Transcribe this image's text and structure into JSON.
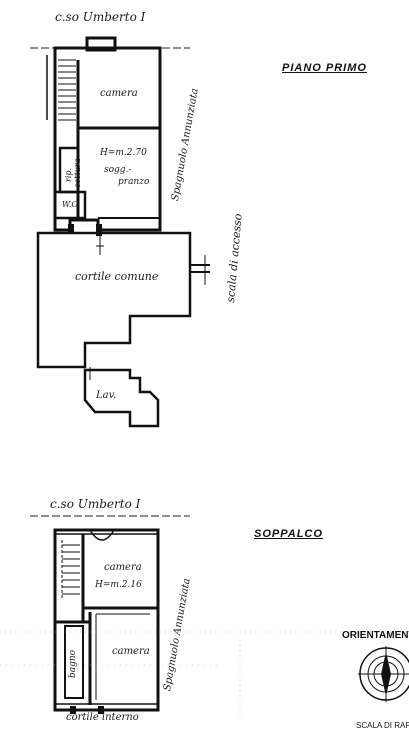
{
  "sheet": {
    "first_floor": {
      "street_label": "c.so Umberto I",
      "title": "PIANO PRIMO",
      "rooms": {
        "camera": "camera",
        "soggiorno_h": "H=m.2.70",
        "soggiorno_a": "sogg.-",
        "soggiorno_b": "pranzo",
        "ripostiglio_a": "rip.",
        "ripostiglio_b": "cottura",
        "wc": "W.C.",
        "cortile": "cortile comune",
        "lavatoio": "Lav."
      },
      "neighbor_label": "Spagnuolo Annunziata",
      "stair_label": "scala di accesso"
    },
    "mezzanine": {
      "street_label": "c.so Umberto I",
      "title": "SOPPALCO",
      "rooms": {
        "camera_front": "camera",
        "camera_front_h": "H=m.2.16",
        "camera_back": "camera",
        "bagno": "bagno"
      },
      "neighbor_label": "Spagnuolo Annunziata",
      "courtyard_label": "cortile interno"
    },
    "orientation_label": "ORIENTAMENTO",
    "scale_label": "SCALA DI RAPPORTO"
  },
  "colors": {
    "ink": "#111111",
    "paper": "#ffffff"
  }
}
